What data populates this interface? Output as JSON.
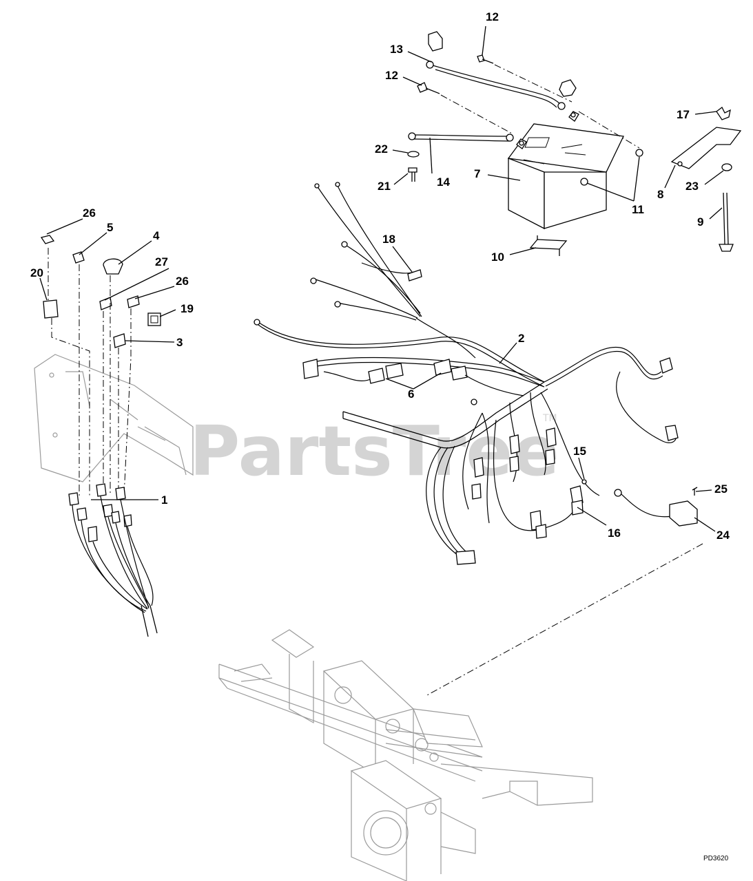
{
  "diagram": {
    "watermark": "PartsTree",
    "watermark_tm": "TM",
    "drawing_code": "PD3620",
    "callouts": {
      "c12a": "12",
      "c13": "13",
      "c12b": "12",
      "c17": "17",
      "c22": "22",
      "c14": "14",
      "c7": "7",
      "c21": "21",
      "c11": "11",
      "c8": "8",
      "c23": "23",
      "c9": "9",
      "c10": "10",
      "c18": "18",
      "c26a": "26",
      "c5": "5",
      "c4": "4",
      "c20": "20",
      "c27": "27",
      "c26b": "26",
      "c19": "19",
      "c3": "3",
      "c2": "2",
      "c6": "6",
      "c15": "15",
      "c1": "1",
      "c25": "25",
      "c16": "16",
      "c24": "24"
    }
  }
}
